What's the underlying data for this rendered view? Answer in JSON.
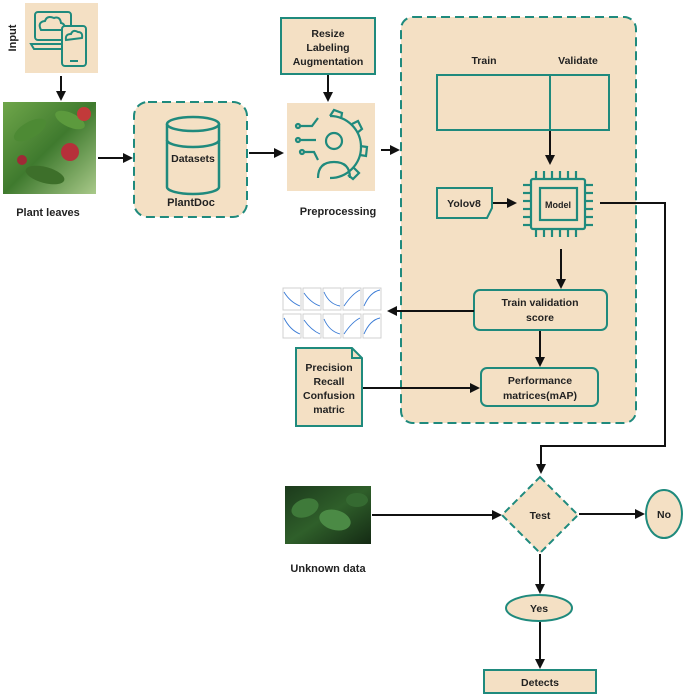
{
  "diagram": {
    "input_label": "Input",
    "plant_leaves_label": "Plant leaves",
    "datasets_label": "Datasets",
    "plantdoc_label": "PlantDoc",
    "preprocessing_label": "Preprocessing",
    "preproc_steps": [
      "Resize",
      "Labeling",
      "Augmentation"
    ],
    "train_label": "Train",
    "validate_label": "Validate",
    "model_label": "Model",
    "yolo_label": "Yolov8",
    "train_val_score_lines": [
      "Train validation",
      "score"
    ],
    "performance_lines": [
      "Performance",
      "matrices(mAP)"
    ],
    "metrics_lines": [
      "Precision",
      "Recall",
      "Confusion",
      "matric"
    ],
    "unknown_data_label": "Unknown data",
    "test_label": "Test",
    "no_label": "No",
    "yes_label": "Yes",
    "detects_label": "Detects"
  },
  "colors": {
    "fill": "#f4e0c4",
    "stroke": "#1f8a7d",
    "arrow": "#111111"
  }
}
